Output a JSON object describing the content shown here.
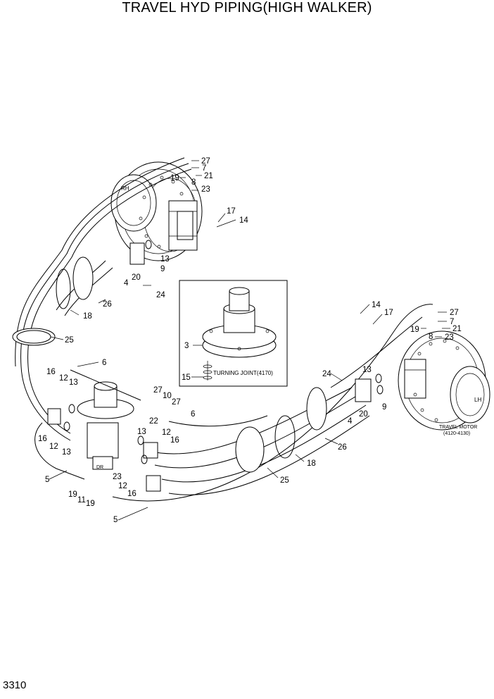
{
  "title": "TRAVEL HYD PIPING(HIGH WALKER)",
  "page_number": "3310",
  "notes": {
    "turning_joint": "TURNING JOINT(4170)",
    "travel_motor_line1": "TRAVEL MOTOR",
    "travel_motor_line2": "(4120-4130)",
    "rh": "RH",
    "lh": "LH",
    "dr": "DR"
  },
  "callouts": [
    {
      "id": "c27a",
      "text": "27"
    },
    {
      "id": "c7a",
      "text": "7"
    },
    {
      "id": "c21a",
      "text": "21"
    },
    {
      "id": "c19a",
      "text": "19"
    },
    {
      "id": "c8a",
      "text": "8"
    },
    {
      "id": "c23a",
      "text": "23"
    },
    {
      "id": "c17a",
      "text": "17"
    },
    {
      "id": "c14a",
      "text": "14"
    },
    {
      "id": "c13a",
      "text": "13"
    },
    {
      "id": "c9a",
      "text": "9"
    },
    {
      "id": "c20a",
      "text": "20"
    },
    {
      "id": "c4a",
      "text": "4"
    },
    {
      "id": "c24a",
      "text": "24"
    },
    {
      "id": "c26a",
      "text": "26"
    },
    {
      "id": "c18a",
      "text": "18"
    },
    {
      "id": "c25a",
      "text": "25"
    },
    {
      "id": "c6a",
      "text": "6"
    },
    {
      "id": "c3",
      "text": "3"
    },
    {
      "id": "c15",
      "text": "15"
    },
    {
      "id": "c16a",
      "text": "16"
    },
    {
      "id": "c12a",
      "text": "12"
    },
    {
      "id": "c13b",
      "text": "13"
    },
    {
      "id": "c27b",
      "text": "27"
    },
    {
      "id": "c10",
      "text": "10"
    },
    {
      "id": "c27c",
      "text": "27"
    },
    {
      "id": "c6b",
      "text": "6"
    },
    {
      "id": "c22",
      "text": "22"
    },
    {
      "id": "c13c",
      "text": "13"
    },
    {
      "id": "c12b",
      "text": "12"
    },
    {
      "id": "c16b",
      "text": "16"
    },
    {
      "id": "c16c",
      "text": "16"
    },
    {
      "id": "c12c",
      "text": "12"
    },
    {
      "id": "c13d",
      "text": "13"
    },
    {
      "id": "c5a",
      "text": "5"
    },
    {
      "id": "c23b",
      "text": "23"
    },
    {
      "id": "c12d",
      "text": "12"
    },
    {
      "id": "c16d",
      "text": "16"
    },
    {
      "id": "c19b",
      "text": "19"
    },
    {
      "id": "c11",
      "text": "11"
    },
    {
      "id": "c19c",
      "text": "19"
    },
    {
      "id": "c5b",
      "text": "5"
    },
    {
      "id": "c14b",
      "text": "14"
    },
    {
      "id": "c17b",
      "text": "17"
    },
    {
      "id": "c27d",
      "text": "27"
    },
    {
      "id": "c19d",
      "text": "19"
    },
    {
      "id": "c7b",
      "text": "7"
    },
    {
      "id": "c8b",
      "text": "8"
    },
    {
      "id": "c21b",
      "text": "21"
    },
    {
      "id": "c23c",
      "text": "23"
    },
    {
      "id": "c24b",
      "text": "24"
    },
    {
      "id": "c13e",
      "text": "13"
    },
    {
      "id": "c9b",
      "text": "9"
    },
    {
      "id": "c20b",
      "text": "20"
    },
    {
      "id": "c4b",
      "text": "4"
    },
    {
      "id": "c26b",
      "text": "26"
    },
    {
      "id": "c18b",
      "text": "18"
    },
    {
      "id": "c25b",
      "text": "25"
    }
  ]
}
